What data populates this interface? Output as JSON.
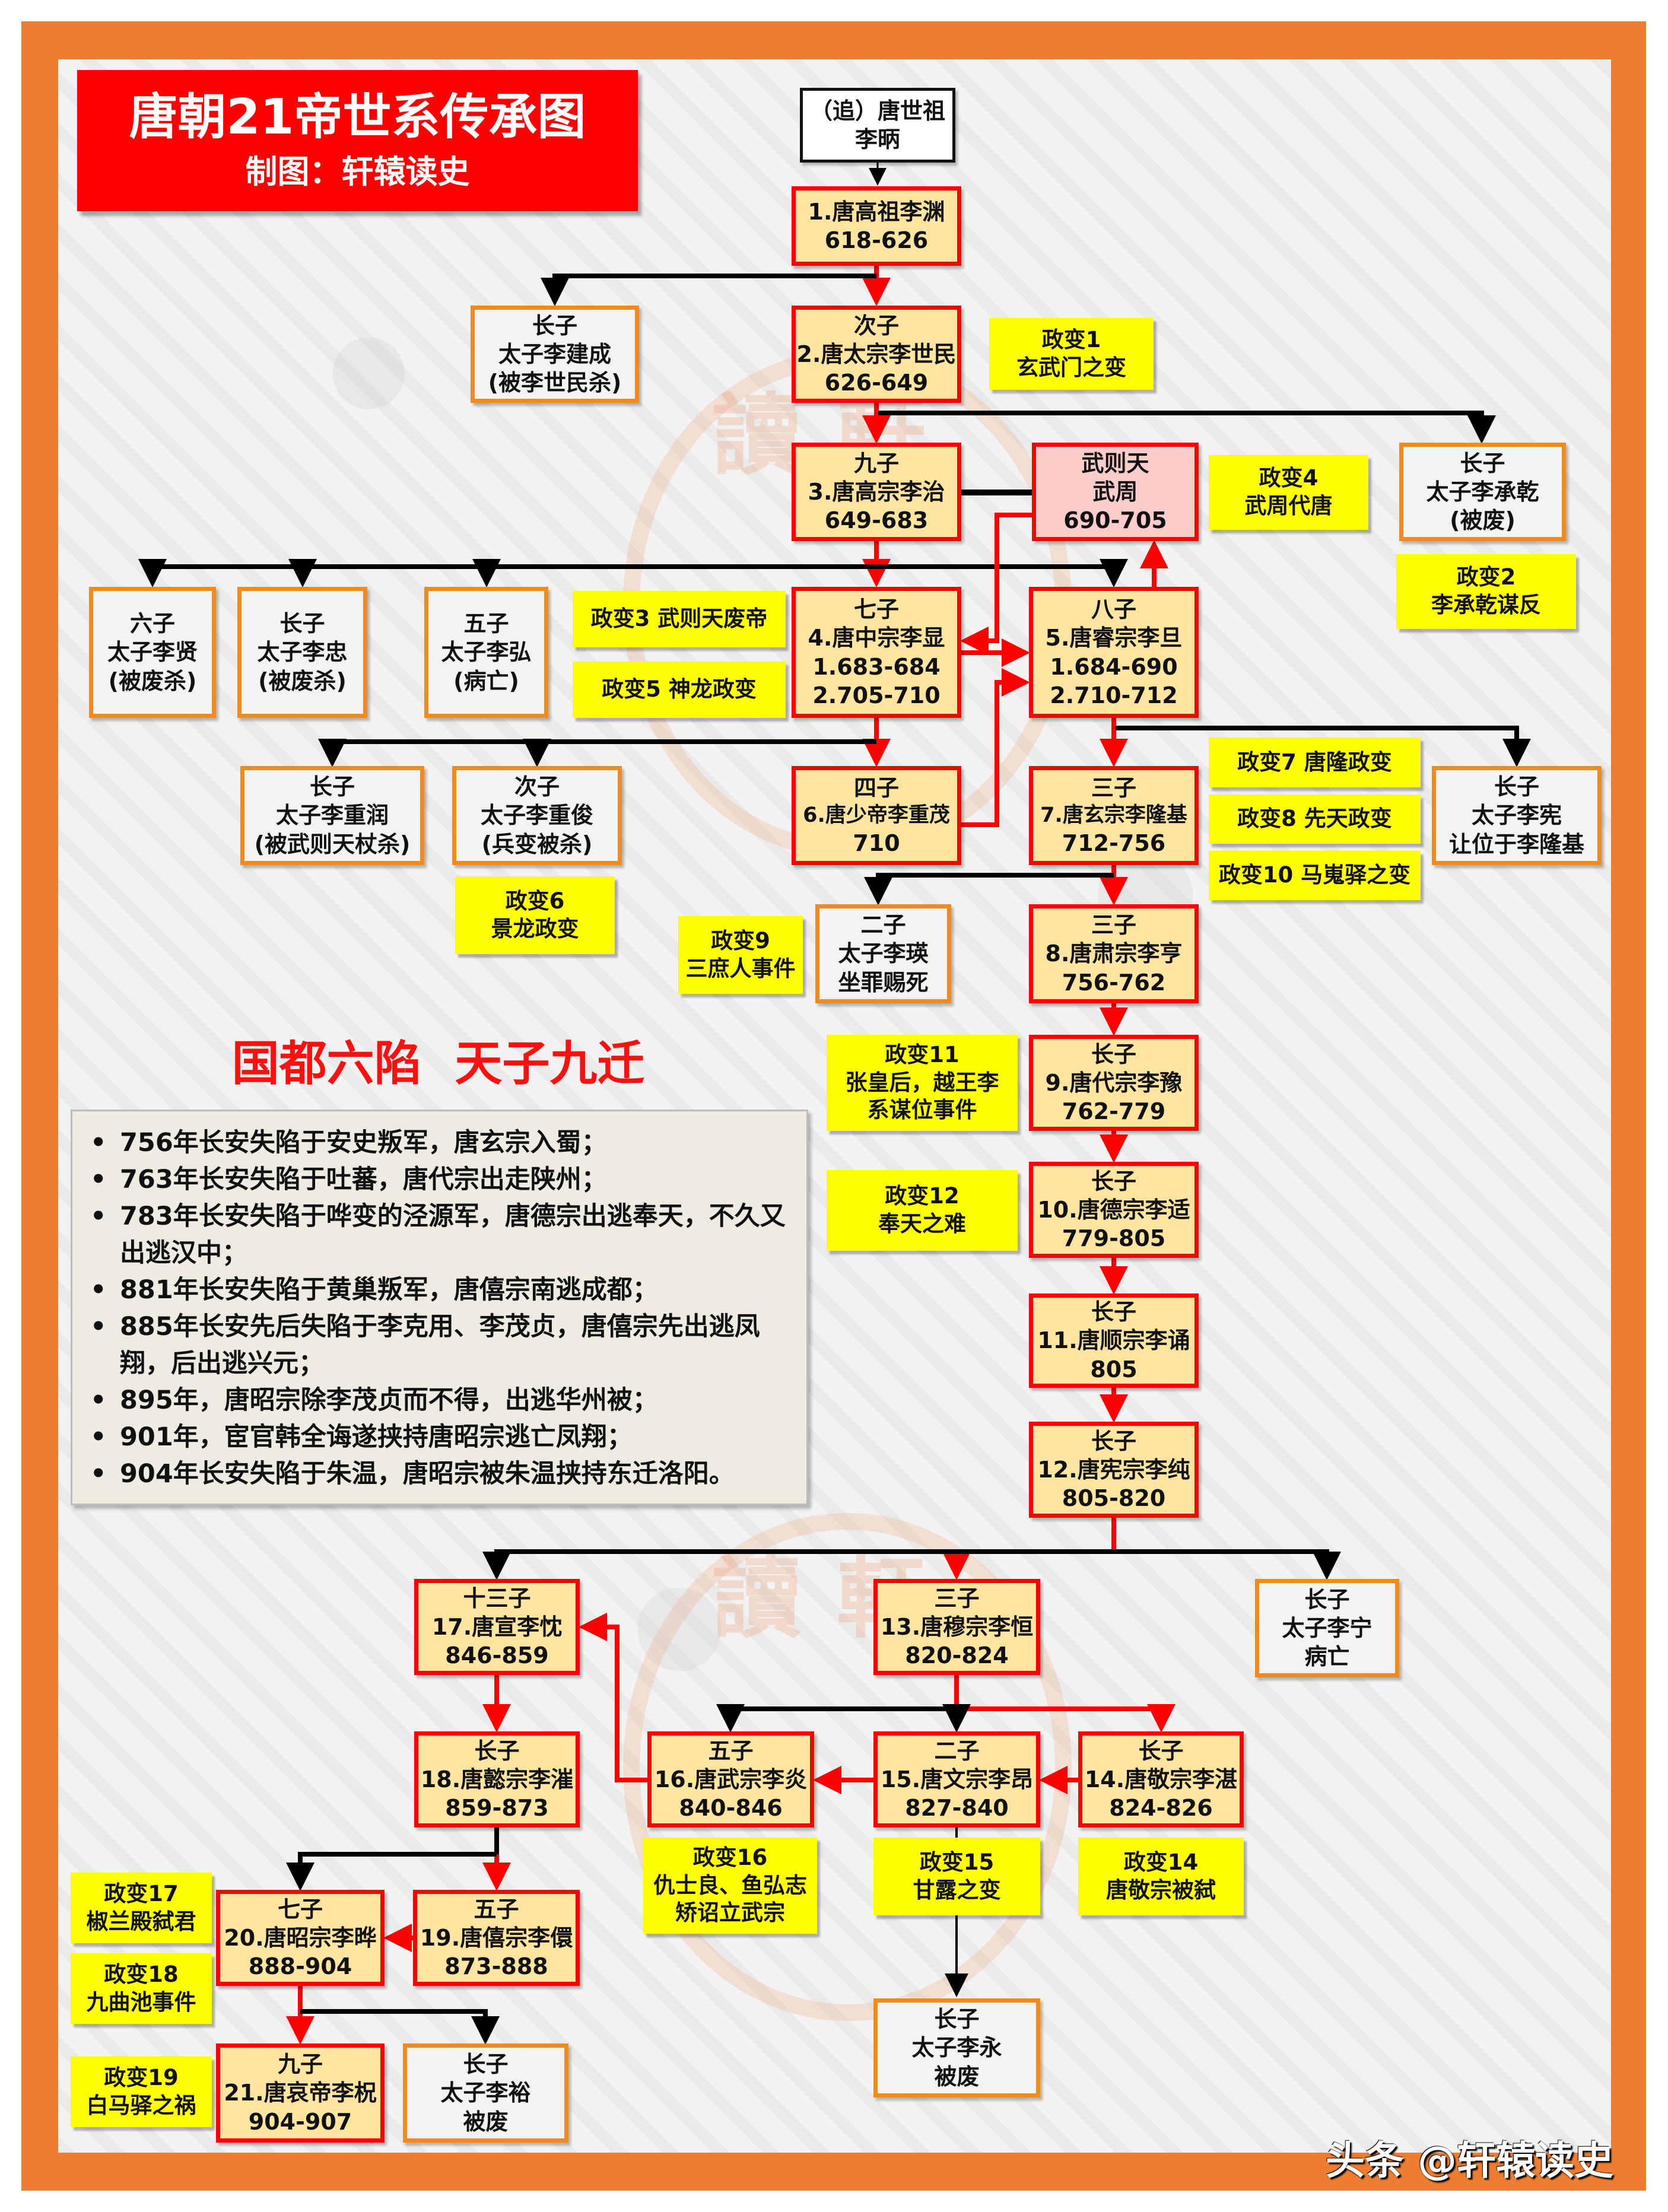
{
  "header": {
    "title": "唐朝21帝世系传承图",
    "credit": "制图：轩辕读史"
  },
  "root": {
    "line1": "（追）唐世祖",
    "line2": "李昞"
  },
  "emperors": {
    "gaozu": {
      "line1": "1.唐高祖李渊",
      "line2": "618-626"
    },
    "taizong": {
      "rank": "次子",
      "name": "2.唐太宗李世民",
      "years": "626-649"
    },
    "gaozong": {
      "rank": "九子",
      "name": "3.唐高宗李治",
      "years": "649-683"
    },
    "wuzetian": {
      "rank": "武则天",
      "name": "武周",
      "years": "690-705"
    },
    "zhongzong": {
      "rank": "七子",
      "name": "4.唐中宗李显",
      "years": "1.683-684",
      "years2": "2.705-710"
    },
    "ruizong": {
      "rank": "八子",
      "name": "5.唐睿宗李旦",
      "years": "1.684-690",
      "years2": "2.710-712"
    },
    "shaodi": {
      "rank": "四子",
      "name": "6.唐少帝李重茂",
      "years": "710"
    },
    "xuanzong": {
      "rank": "三子",
      "name": "7.唐玄宗李隆基",
      "years": "712-756"
    },
    "suzong": {
      "rank": "三子",
      "name": "8.唐肃宗李亨",
      "years": "756-762"
    },
    "daizong": {
      "rank": "长子",
      "name": "9.唐代宗李豫",
      "years": "762-779"
    },
    "dezong": {
      "rank": "长子",
      "name": "10.唐德宗李适",
      "years": "779-805"
    },
    "shunzong": {
      "rank": "长子",
      "name": "11.唐顺宗李诵",
      "years": "805"
    },
    "xianzong": {
      "rank": "长子",
      "name": "12.唐宪宗李纯",
      "years": "805-820"
    },
    "muzong": {
      "rank": "三子",
      "name": "13.唐穆宗李恒",
      "years": "820-824"
    },
    "jingzong": {
      "rank": "长子",
      "name": "14.唐敬宗李湛",
      "years": "824-826"
    },
    "wenzong": {
      "rank": "二子",
      "name": "15.唐文宗李昂",
      "years": "827-840"
    },
    "wuzong": {
      "rank": "五子",
      "name": "16.唐武宗李炎",
      "years": "840-846"
    },
    "xuanzong2": {
      "rank": "十三子",
      "name": "17.唐宣李忱",
      "years": "846-859"
    },
    "yizong": {
      "rank": "长子",
      "name": "18.唐懿宗李漼",
      "years": "859-873"
    },
    "xizong": {
      "rank": "五子",
      "name": "19.唐僖宗李儇",
      "years": "873-888"
    },
    "zhaozong": {
      "rank": "七子",
      "name": "20.唐昭宗李晔",
      "years": "888-904"
    },
    "aidi": {
      "rank": "九子",
      "name": "21.唐哀帝李柷",
      "years": "904-907"
    }
  },
  "princes": {
    "jiancheng": {
      "rank": "长子",
      "name": "太子李建成",
      "fate": "(被李世民杀)"
    },
    "chengqian": {
      "rank": "长子",
      "name": "太子李承乾",
      "fate": "(被废)"
    },
    "lixian": {
      "rank": "六子",
      "name": "太子李贤",
      "fate": "(被废杀)"
    },
    "lizhong": {
      "rank": "长子",
      "name": "太子李忠",
      "fate": "(被废杀)"
    },
    "lihong": {
      "rank": "五子",
      "name": "太子李弘",
      "fate": "(病亡)"
    },
    "chongrun": {
      "rank": "长子",
      "name": "太子李重润",
      "fate": "(被武则天杖杀)"
    },
    "chongjun": {
      "rank": "次子",
      "name": "太子李重俊",
      "fate": "(兵变被杀)"
    },
    "chengqi": {
      "rank": "长子",
      "name": "太子李宪",
      "fate": "让位于李隆基"
    },
    "liying": {
      "rank": "二子",
      "name": "太子李瑛",
      "fate": "坐罪赐死"
    },
    "lining": {
      "rank": "长子",
      "name": "太子李宁",
      "fate": "病亡"
    },
    "liyong": {
      "rank": "长子",
      "name": "太子李永",
      "fate": "被废"
    },
    "liyu": {
      "rank": "长子",
      "name": "太子李裕",
      "fate": "被废"
    }
  },
  "coups": {
    "c1": {
      "line1": "政变1",
      "line2": "玄武门之变"
    },
    "c2": {
      "line1": "政变2",
      "line2": "李承乾谋反"
    },
    "c3": {
      "line1": "政变3 武则天废帝"
    },
    "c4": {
      "line1": "政变4",
      "line2": "武周代唐"
    },
    "c5": {
      "line1": "政变5 神龙政变"
    },
    "c6": {
      "line1": "政变6",
      "line2": "景龙政变"
    },
    "c7": {
      "line1": "政变7 唐隆政变"
    },
    "c8": {
      "line1": "政变8 先天政变"
    },
    "c9": {
      "line1": "政变9",
      "line2": "三庶人事件"
    },
    "c10": {
      "line1": "政变10 马嵬驿之变"
    },
    "c11": {
      "line1": "政变11",
      "line2": "张皇后，越王李",
      "line3": "系谋位事件"
    },
    "c12": {
      "line1": "政变12",
      "line2": "奉天之难"
    },
    "c14": {
      "line1": "政变14",
      "line2": "唐敬宗被弑"
    },
    "c15": {
      "line1": "政变15",
      "line2": "甘露之变"
    },
    "c16": {
      "line1": "政变16",
      "line2": "仇士良、鱼弘志",
      "line3": "矫诏立武宗"
    },
    "c17": {
      "line1": "政变17",
      "line2": "椒兰殿弑君"
    },
    "c18": {
      "line1": "政变18",
      "line2": "九曲池事件"
    },
    "c19": {
      "line1": "政变19",
      "line2": "白马驿之祸"
    }
  },
  "capital_falls": {
    "title": "国都六陷  天子九迁",
    "items": [
      "756年长安失陷于安史叛军，唐玄宗入蜀；",
      "763年长安失陷于吐蕃，唐代宗出走陕州；",
      "783年长安失陷于哗变的泾源军，唐德宗出逃奉天，不久又出逃汉中；",
      "881年长安失陷于黄巢叛军，唐僖宗南逃成都；",
      "885年长安先后失陷于李克用、李茂贞，唐僖宗先出逃凤翔，后出逃兴元；",
      "895年，唐昭宗除李茂贞而不得，出逃华州被；",
      "901年，宦官韩全诲遂挟持唐昭宗逃亡凤翔；",
      "904年长安失陷于朱温，唐昭宗被朱温挟持东迁洛阳。"
    ]
  },
  "watermark": "头条 @轩辕读史",
  "seal_chars": [
    "讀",
    "史",
    "軒",
    "轅"
  ],
  "colors": {
    "frame": "#ED7D31",
    "title_bg": "#FF0000",
    "emperor_fill": "#FFE5A0",
    "emperor_border": "#FF0000",
    "prince_border": "#F28A1E",
    "coup_fill": "#FFFF00",
    "wu_fill": "#FFCCCC",
    "succession_line": "#FF0000",
    "other_line": "#000000"
  }
}
